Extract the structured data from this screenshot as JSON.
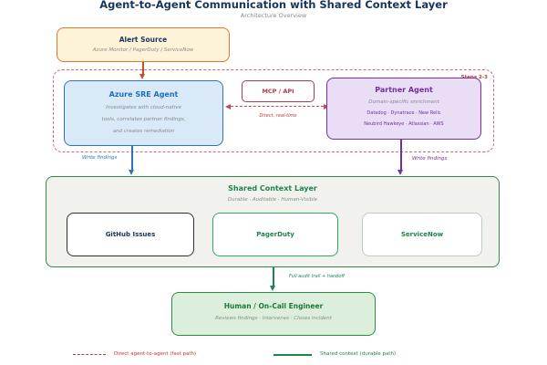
{
  "header": {
    "title": "Agent-to-Agent Communication with Shared Context Layer",
    "subtitle": "Architecture Overview"
  },
  "alert_source": {
    "title": "Alert Source",
    "subtitle": "Azure Monitor  /  PagerDuty  /  ServiceNow"
  },
  "fast_path_group": {
    "step_label": "Steps 2-3"
  },
  "azure_agent": {
    "title": "Azure SRE Agent",
    "line1": "Investigates with cloud-native",
    "line2": "tools, correlates partner findings,",
    "line3": "and creates remediation"
  },
  "mcp": {
    "title": "MCP / API",
    "caption": "Direct, real-time"
  },
  "partner_agent": {
    "title": "Partner Agent",
    "subtitle": "Domain-specific enrichment",
    "vendors_line1": "Datadog  ·  Dynatrace  ·  New Relic",
    "vendors_line2": "Neubird Hawkeye  ·  Atlassian  ·  AWS"
  },
  "edges": {
    "write_findings_left": "Write findings",
    "write_findings_right": "Write findings",
    "audit_label": "Full audit trail + handoff"
  },
  "shared_context": {
    "title": "Shared Context Layer",
    "subtitle": "Durable  ·  Auditable  ·  Human-Visible",
    "items": [
      {
        "label": "GitHub Issues"
      },
      {
        "label": "PagerDuty"
      },
      {
        "label": "ServiceNow"
      }
    ]
  },
  "human": {
    "title": "Human / On-Call Engineer",
    "subtitle": "Reviews findings  ·  Intervenes  ·  Closes incident"
  },
  "legend": {
    "fast_label": "Direct agent-to-agent (fast path)",
    "durable_label": "Shared context (durable path)"
  },
  "colors": {
    "title_navy": "#17365d",
    "alert_border": "#dd7731",
    "azure_blue": "#2e75b6",
    "mcp_red": "#b2394a",
    "fast_path_red": "#c0392b",
    "partner_purple": "#7030a0",
    "context_green": "#1e8449",
    "muted_gray": "#8a8a8a"
  }
}
